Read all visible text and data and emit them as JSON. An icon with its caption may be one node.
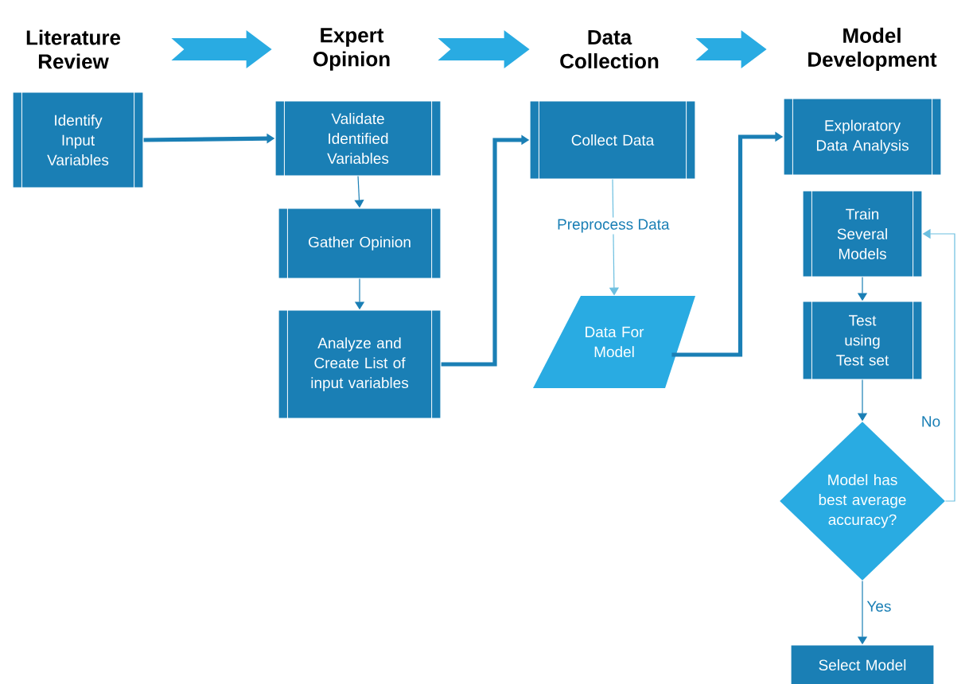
{
  "diagram": {
    "nodes": [
      {
        "text": [
          "Literature Review"
        ]
      },
      {
        "text": [
          "Expert Opinion"
        ]
      },
      {
        "text": [
          "Data Collection"
        ]
      },
      {
        "text": [
          "Model Development"
        ]
      },
      {
        "text": [
          "Identify Input Variables"
        ]
      },
      {
        "text": [
          "Validate Identified Variables"
        ]
      },
      {
        "text": [
          "Gather Opinion"
        ]
      },
      {
        "text": [
          "Analyze and Create List of input variables"
        ]
      },
      {
        "text": [
          "Collect Data"
        ]
      },
      {
        "text": [
          "Data For Model"
        ]
      },
      {
        "text": [
          "Exploratory Data Analysis"
        ]
      },
      {
        "text": [
          "Train Several Models"
        ]
      },
      {
        "text": [
          "Test using Test set"
        ]
      },
      {
        "text": [
          "Model has best average accuracy?"
        ]
      },
      {
        "text": [
          "Select Model"
        ]
      }
    ],
    "edges": [
      {
        "from": 0,
        "to": 1,
        "arrow": "to",
        "style": "thick",
        "color": "#29abe2"
      },
      {
        "from": 1,
        "to": 2,
        "arrow": "to",
        "style": "thick",
        "color": "#29abe2"
      },
      {
        "from": 2,
        "to": 3,
        "arrow": "to",
        "style": "thick",
        "color": "#29abe2"
      },
      {
        "from": 4,
        "to": 5,
        "arrow": "to",
        "style": "thick"
      },
      {
        "from": 5,
        "to": 6,
        "arrow": "to"
      },
      {
        "from": 6,
        "to": 7,
        "arrow": "to"
      },
      {
        "from": 7,
        "to": 8,
        "arrow": "to",
        "style": "thick"
      },
      {
        "from": 8,
        "to": 9,
        "arrow": "to",
        "label": "Preprocess Data",
        "color": "#6cbfe0"
      },
      {
        "from": 9,
        "to": 10,
        "arrow": "to",
        "style": "thick"
      },
      {
        "from": 11,
        "to": 12,
        "arrow": "to"
      },
      {
        "from": 12,
        "to": 13,
        "arrow": "to"
      },
      {
        "from": 13,
        "to": 11,
        "arrow": "to",
        "label": "No",
        "color": "#6cbfe0"
      },
      {
        "from": 13,
        "to": 14,
        "arrow": "to",
        "label": "Yes"
      }
    ]
  }
}
